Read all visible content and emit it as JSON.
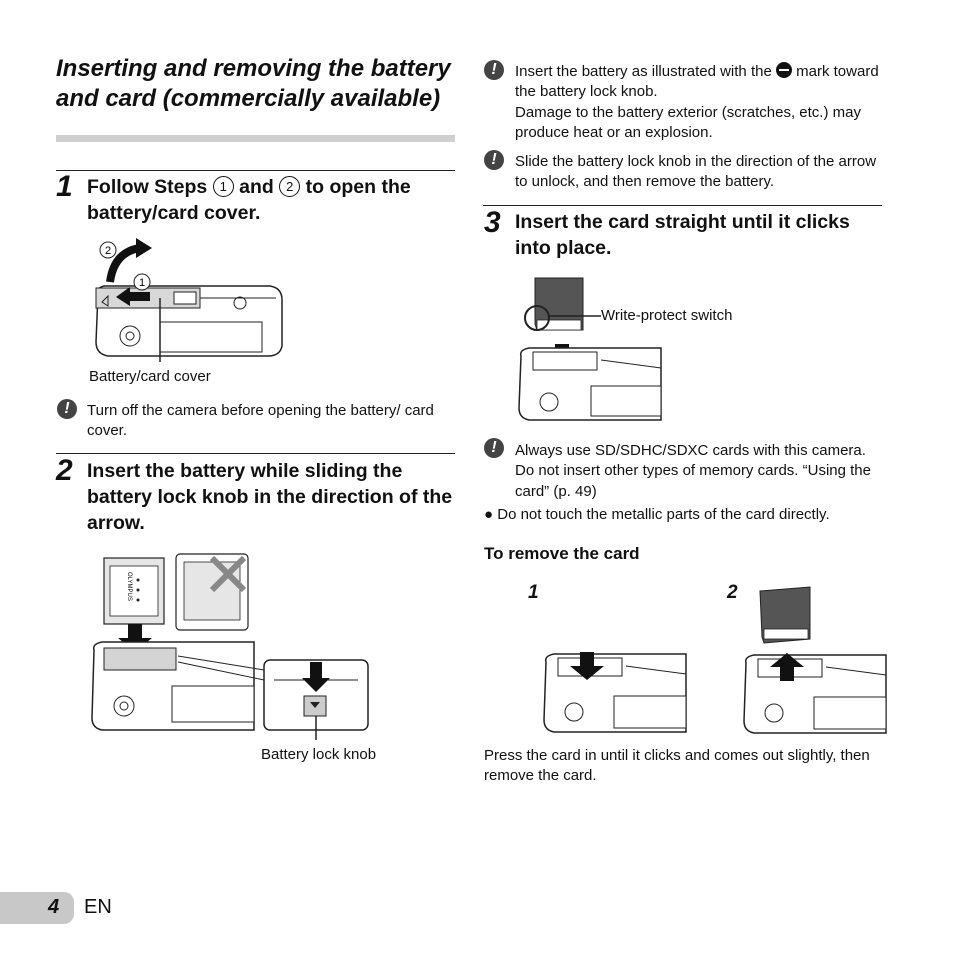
{
  "page": {
    "number": "4",
    "lang": "EN"
  },
  "title": "Inserting and removing the battery and card (commercially available)",
  "step1": {
    "num": "1",
    "part_a": "Follow Steps",
    "circle_a": "1",
    "part_b": "and",
    "circle_b": "2",
    "part_c": "to open the battery/card cover.",
    "fig_label_2": "2",
    "fig_label_1": "1",
    "caption": "Battery/card cover",
    "note": "Turn off the camera before opening the battery/ card cover."
  },
  "step2": {
    "num": "2",
    "text": "Insert the battery while sliding the battery lock knob in the direction of the arrow.",
    "caption": "Battery lock knob",
    "battery_brand": "OLYMPUS"
  },
  "right_notes": {
    "note1_a": "Insert the battery as illustrated with the",
    "note1_b": "mark toward the battery lock knob.",
    "note1_c": "Damage to the battery exterior (scratches, etc.) may produce heat or an explosion.",
    "note2": "Slide the battery lock knob in the direction of the arrow to unlock, and then remove the battery."
  },
  "step3": {
    "num": "3",
    "text": "Insert the card straight until it clicks into place.",
    "caption": "Write-protect switch",
    "note": "Always use SD/SDHC/SDXC cards with this camera. Do not insert other types of memory cards. “Using the card” (p. 49)",
    "bullet": "Do not touch the metallic parts of the card directly."
  },
  "remove": {
    "heading": "To remove the card",
    "label1": "1",
    "label2": "2",
    "caption": "Press the card in until it clicks and comes out slightly, then remove the card."
  },
  "icons": {
    "warning": "exclamation-icon",
    "bullet": "bullet-icon"
  }
}
